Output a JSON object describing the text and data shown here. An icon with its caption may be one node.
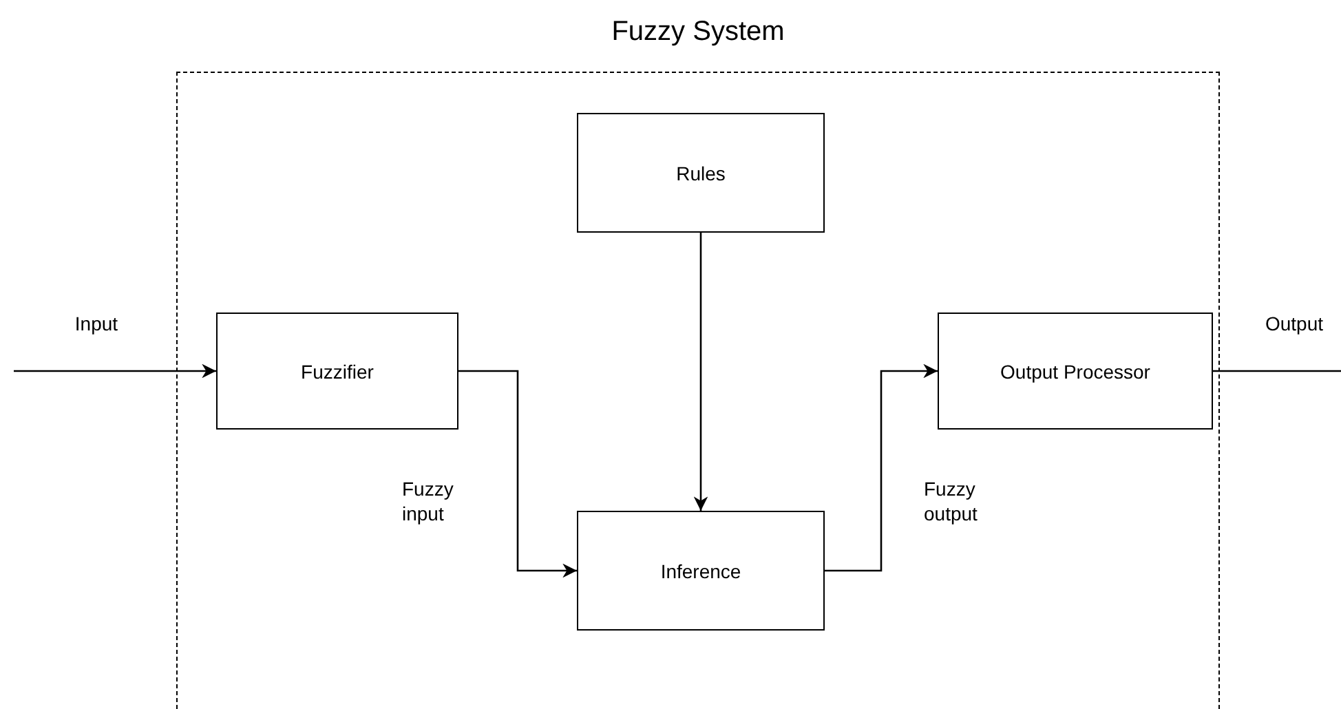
{
  "diagram": {
    "nodes": [
      {
        "text": [
          "Fuzzy System"
        ]
      },
      {
        "text": [
          "Rules"
        ],
        "in": 0
      },
      {
        "text": [
          "Fuzzifier"
        ],
        "in": 0
      },
      {
        "text": [
          "Inference"
        ],
        "in": 0
      },
      {
        "text": [
          "Output Processor"
        ],
        "in": 0
      }
    ],
    "edges": [
      {
        "from": null,
        "to": 2,
        "arrow": "to",
        "label": "Input"
      },
      {
        "from": 2,
        "to": 3,
        "arrow": "to",
        "label": "Fuzzy input"
      },
      {
        "from": 1,
        "to": 3,
        "arrow": "to"
      },
      {
        "from": 3,
        "to": 4,
        "arrow": "to",
        "label": "Fuzzy output"
      },
      {
        "from": 4,
        "to": null,
        "arrow": "none",
        "label": "Output"
      }
    ]
  }
}
